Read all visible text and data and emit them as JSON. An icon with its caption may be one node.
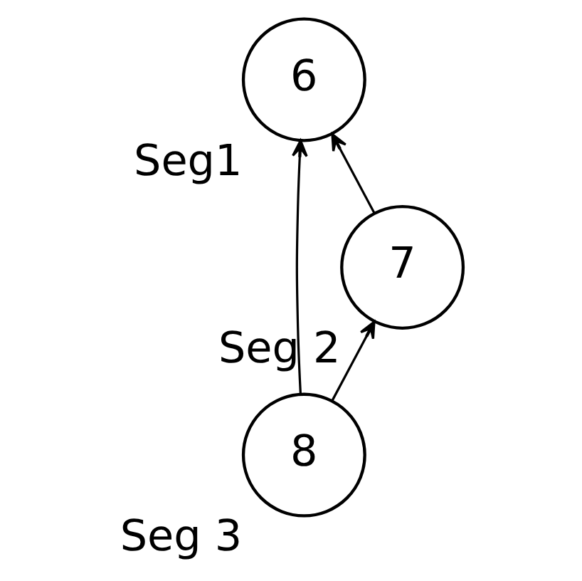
{
  "diagram": {
    "nodes": [
      {
        "text": [
          "6"
        ],
        "beside": [
          "Seg1"
        ]
      },
      {
        "text": [
          "7"
        ],
        "beside": [
          "Seg 2"
        ]
      },
      {
        "text": [
          "8"
        ],
        "beside": [
          "Seg 3"
        ]
      }
    ],
    "edges": [
      {
        "from": 2,
        "to": 0,
        "arrow": "to"
      },
      {
        "from": 2,
        "to": 1,
        "arrow": "to"
      },
      {
        "from": 1,
        "to": 0,
        "arrow": "to"
      }
    ]
  }
}
